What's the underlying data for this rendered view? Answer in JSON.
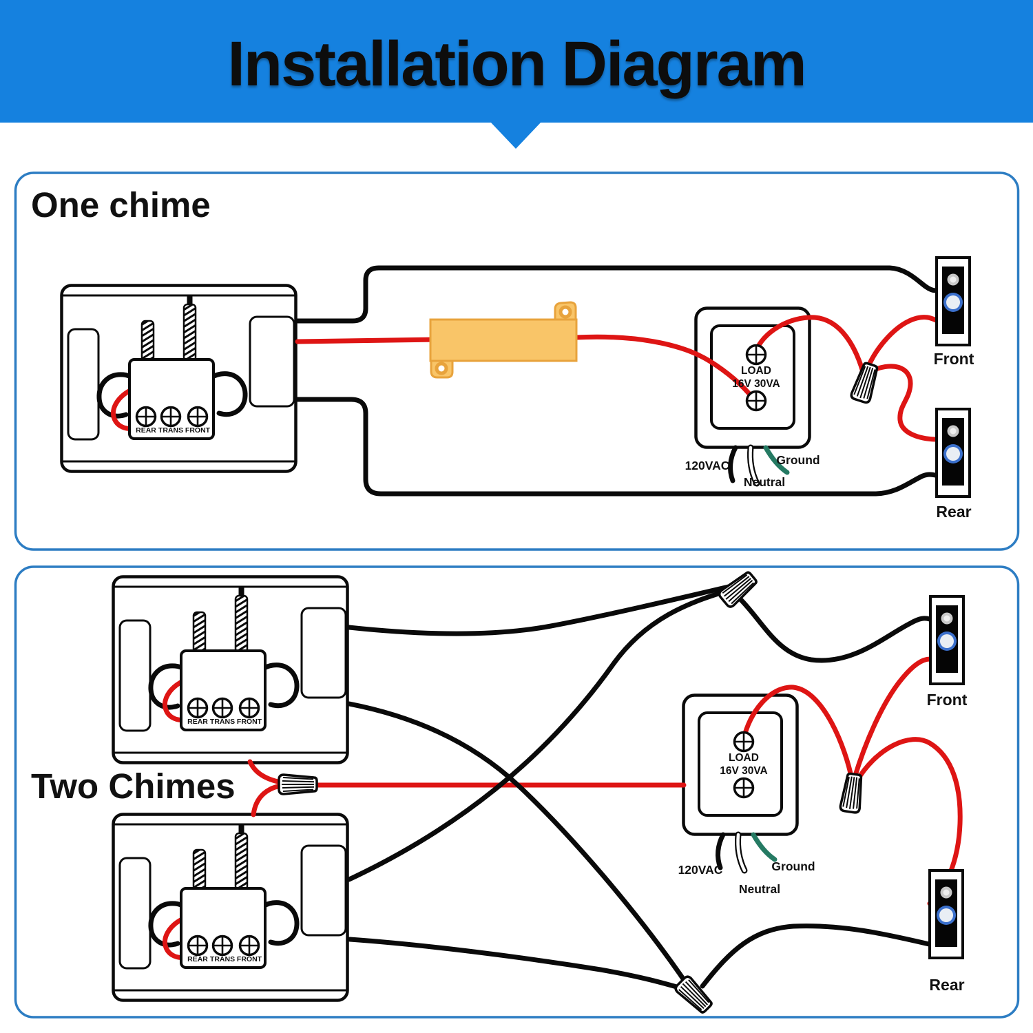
{
  "title": "Installation Diagram",
  "colors": {
    "header_blue": "#1581df",
    "section_border_blue": "#2d7dc3",
    "wire_red": "#de1514",
    "wire_black": "#0a0a0a",
    "wire_green": "#257a63",
    "resistor_fill": "#f9c568",
    "resistor_stroke": "#e8a33c",
    "doorbell_ring_blue": "#3b70cc"
  },
  "sections": [
    {
      "label": "One chime",
      "chimes": [
        {
          "terminals": [
            "REAR",
            "TRANS",
            "FRONT"
          ]
        }
      ],
      "transformer": {
        "load": "LOAD",
        "rating": "16V 30VA",
        "vac": "120VAC",
        "neutral": "Neutral",
        "ground": "Ground"
      },
      "doorbells": {
        "front": "Front",
        "rear": "Rear"
      }
    },
    {
      "label": "Two Chimes",
      "chimes": [
        {
          "terminals": [
            "REAR",
            "TRANS",
            "FRONT"
          ]
        },
        {
          "terminals": [
            "REAR",
            "TRANS",
            "FRONT"
          ]
        }
      ],
      "transformer": {
        "load": "LOAD",
        "rating": "16V 30VA",
        "vac": "120VAC",
        "neutral": "Neutral",
        "ground": "Ground"
      },
      "doorbells": {
        "front": "Front",
        "rear": "Rear"
      }
    }
  ]
}
